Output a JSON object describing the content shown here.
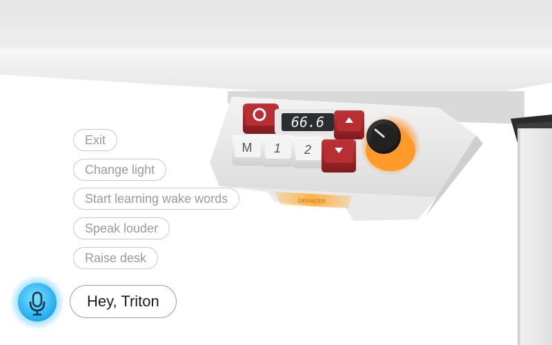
{
  "desk_panel": {
    "display_reading": "66.6",
    "memory_key": "M",
    "preset_key_1": "1",
    "preset_key_2": "2",
    "brand_mark": "DERACER"
  },
  "voice_commands": [
    {
      "label": "Exit"
    },
    {
      "label": "Change light"
    },
    {
      "label": "Start learning wake words"
    },
    {
      "label": "Speak louder"
    },
    {
      "label": "Raise desk"
    }
  ],
  "wake_phrase": "Hey, Triton",
  "colors": {
    "key_red": "#a8262a",
    "key_white": "#ececec",
    "knob_glow": "#ff8a1c",
    "display_background": "#2b2e30",
    "mic_glow": "#2ab6f5"
  },
  "icons": {
    "mic": "microphone-icon",
    "power": "power-icon",
    "up": "arrow-up-icon",
    "down": "arrow-down-icon"
  }
}
